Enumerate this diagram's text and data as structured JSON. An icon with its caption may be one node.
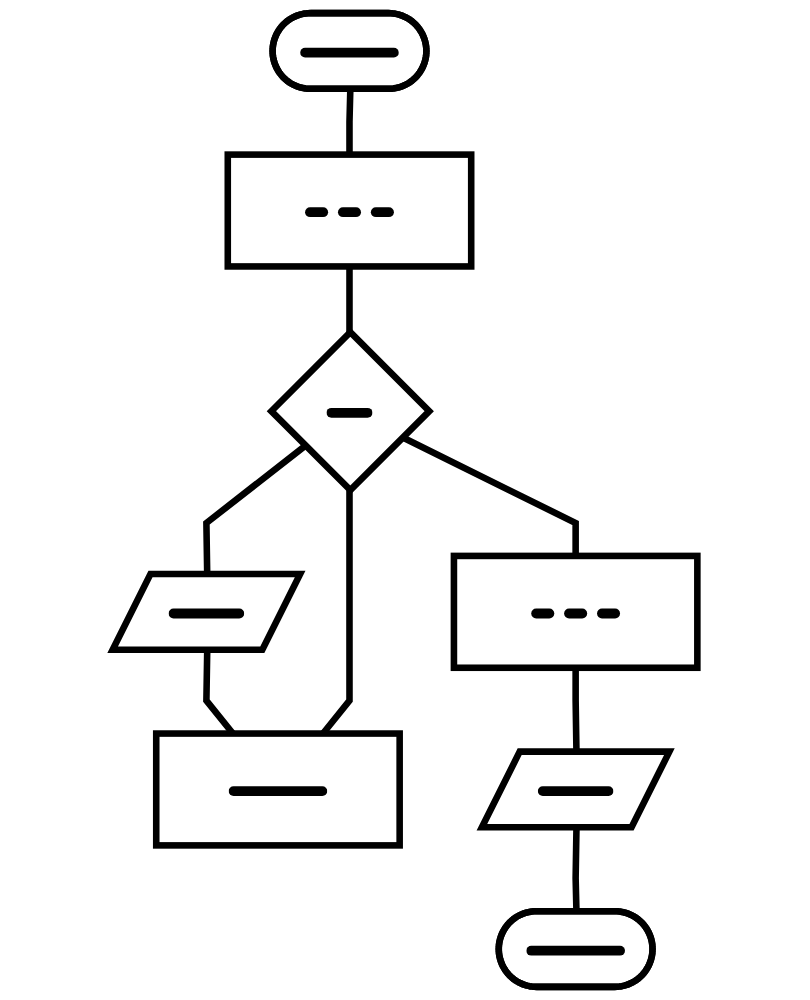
{
  "diagram": {
    "nodes": [
      {
        "text": [],
        "shape": "stadium"
      },
      {
        "text": [],
        "shape": "box"
      },
      {
        "text": [],
        "shape": "diamond"
      },
      {
        "text": [],
        "shape": "box"
      },
      {
        "text": [],
        "shape": "parallelogram"
      },
      {
        "text": [],
        "shape": "parallelogram"
      },
      {
        "text": [],
        "shape": "box"
      },
      {
        "text": [],
        "shape": "stadium"
      }
    ],
    "edges": [
      {
        "from": 0,
        "to": 1,
        "arrow": "none"
      },
      {
        "from": 1,
        "to": 2,
        "arrow": "none"
      },
      {
        "from": 2,
        "to": 4,
        "arrow": "none"
      },
      {
        "from": 4,
        "to": 6,
        "arrow": "none"
      },
      {
        "from": 6,
        "to": 2,
        "arrow": "none"
      },
      {
        "from": 2,
        "to": 3,
        "arrow": "none"
      },
      {
        "from": 3,
        "to": 5,
        "arrow": "none"
      },
      {
        "from": 5,
        "to": 7,
        "arrow": "none"
      }
    ]
  }
}
